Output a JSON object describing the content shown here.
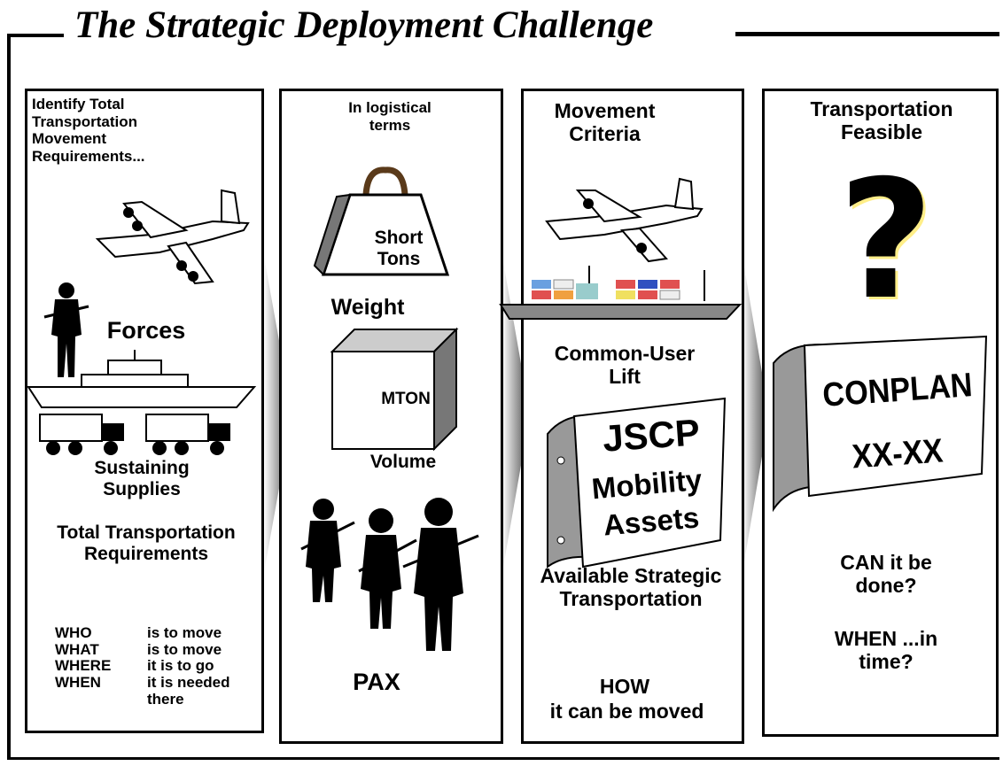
{
  "title": "The Strategic Deployment Challenge",
  "panel1": {
    "heading": "Identify Total Transportation Movement Requirements...",
    "forces": "Forces",
    "sustaining": "Sustaining Supplies",
    "total": "Total Transportation Requirements",
    "rows": [
      {
        "k": "WHO",
        "v": "is to move"
      },
      {
        "k": "WHAT",
        "v": "is to move"
      },
      {
        "k": "WHERE",
        "v": "it is to  go"
      },
      {
        "k": "WHEN",
        "v": "it is needed there"
      }
    ]
  },
  "panel2": {
    "heading": "In logistical terms",
    "weight_box": "Short Tons",
    "weight": "Weight",
    "volume_box": "MTON",
    "volume": "Volume",
    "pax": "PAX"
  },
  "panel3": {
    "heading": "Movement Criteria",
    "common": "Common-User Lift",
    "binder_line1": "JSCP",
    "binder_line2": "Mobility",
    "binder_line3": "Assets",
    "available": "Available Strategic Transportation",
    "how": "HOW",
    "how2": "it can be moved"
  },
  "panel4": {
    "heading": "Transportation Feasible",
    "question": "?",
    "binder_line1": "CONPLAN",
    "binder_line2": "XX-XX",
    "can": "CAN it be done?",
    "when": "WHEN ...in time?"
  }
}
